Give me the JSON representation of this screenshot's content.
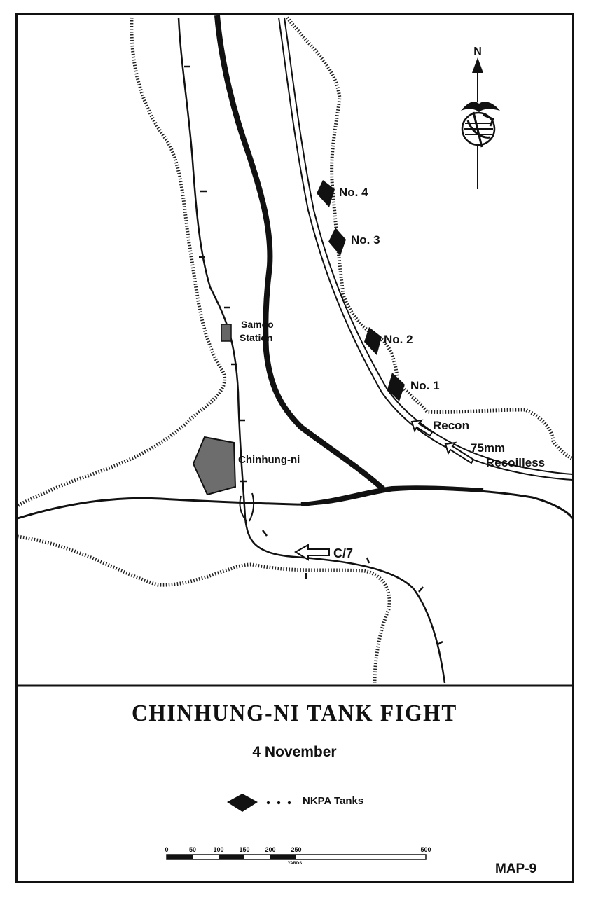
{
  "map": {
    "title": "CHINHUNG-NI TANK FIGHT",
    "date": "4 November",
    "map_id": "MAP-9",
    "north_label": "N",
    "places": {
      "samgo_line1": "Samgo",
      "samgo_line2": "Station",
      "chinhung_ni": "Chinhung-ni"
    },
    "tanks": [
      {
        "label": "No. 4"
      },
      {
        "label": "No. 3"
      },
      {
        "label": "No. 2"
      },
      {
        "label": "No. 1"
      }
    ],
    "units": {
      "recon": "Recon",
      "recoilless_line1": "75mm",
      "recoilless_line2": "Recoilless",
      "c7": "C/7"
    },
    "legend": {
      "symbol": "tank-diamond-icon",
      "label": "NKPA Tanks"
    },
    "scale": {
      "ticks": [
        "0",
        "50",
        "100",
        "150",
        "200",
        "250",
        "500"
      ],
      "unit": "YARDS"
    },
    "colors": {
      "ink": "#111111",
      "paper": "#ffffff",
      "village_fill": "#6d6d6d"
    }
  }
}
